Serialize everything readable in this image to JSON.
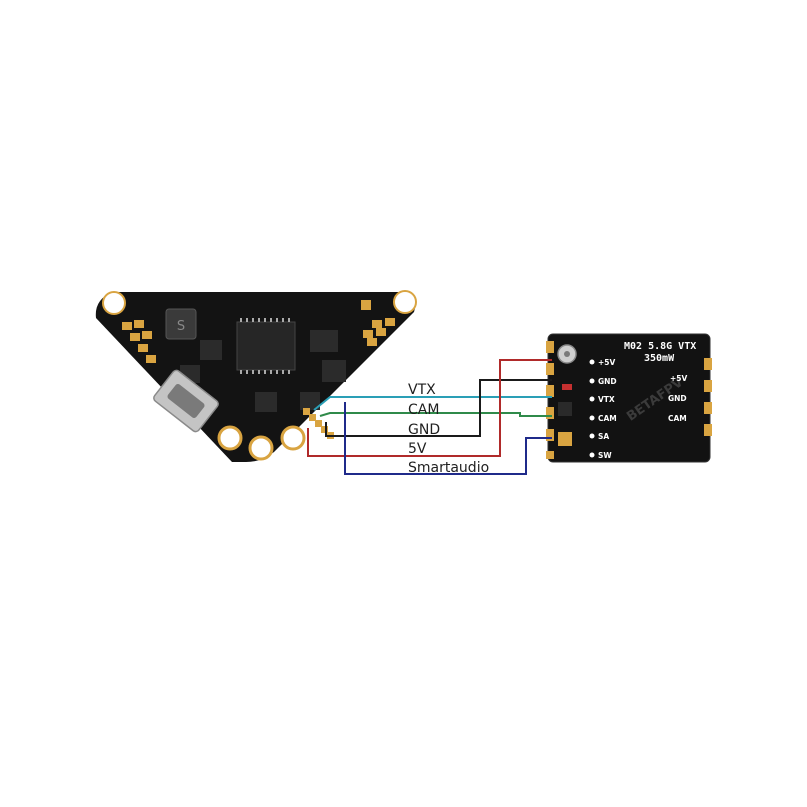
{
  "wires": [
    {
      "label": "VTX",
      "color": "#2a9fb6"
    },
    {
      "label": "CAM",
      "color": "#2f8a4a"
    },
    {
      "label": "GND",
      "color": "#1a1a1a"
    },
    {
      "label": "5V",
      "color": "#b02a2a"
    },
    {
      "label": "Smartaudio",
      "color": "#1f2a8a"
    }
  ],
  "vtx": {
    "title_line1": "M02 5.8G VTX",
    "title_line2": "350mW",
    "brand": "BETAFPV",
    "left_pads": [
      "+5V",
      "GND",
      "VTX",
      "CAM",
      "SA",
      "SW"
    ],
    "right_pads": [
      "+5V",
      "GND",
      "CAM"
    ]
  },
  "fc": {
    "plus_label": "+",
    "minus_label": "-"
  },
  "colors": {
    "pcb": "#111111",
    "gold": "#d9a441",
    "white": "#ffffff"
  }
}
